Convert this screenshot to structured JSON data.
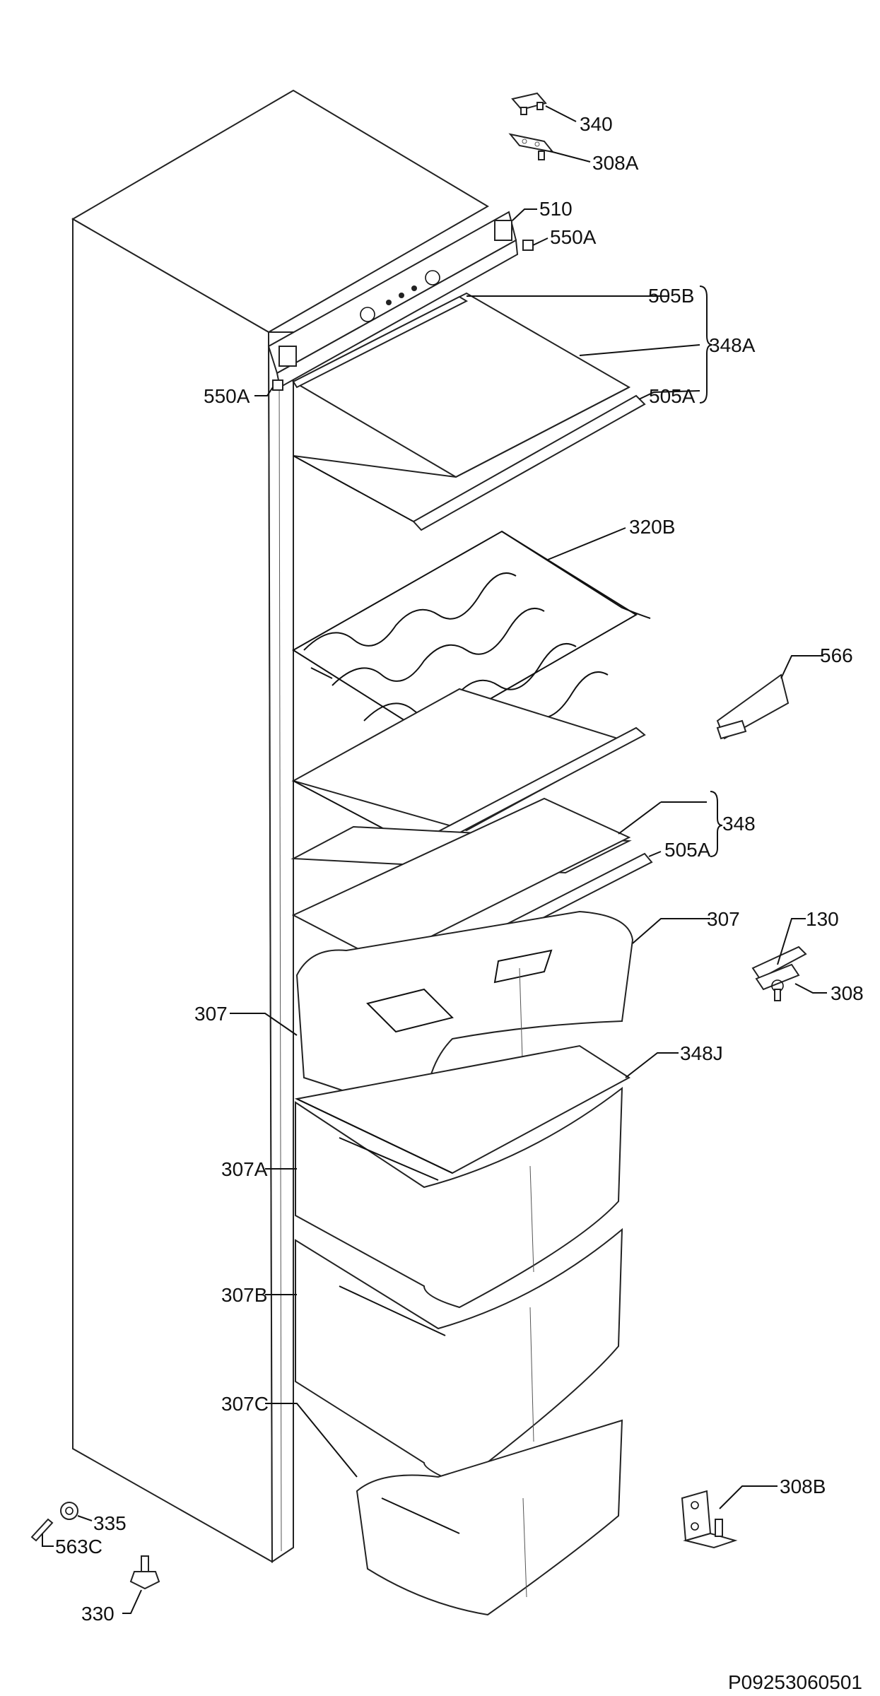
{
  "diagram": {
    "document_code": "P09253060501",
    "callouts": [
      {
        "id": "340",
        "label": "340"
      },
      {
        "id": "308a",
        "label": "308A"
      },
      {
        "id": "510",
        "label": "510"
      },
      {
        "id": "550a-right",
        "label": "550A"
      },
      {
        "id": "505b",
        "label": "505B"
      },
      {
        "id": "348a",
        "label": "348A"
      },
      {
        "id": "550a-left",
        "label": "550A"
      },
      {
        "id": "505a-top",
        "label": "505A"
      },
      {
        "id": "320b",
        "label": "320B"
      },
      {
        "id": "566",
        "label": "566"
      },
      {
        "id": "348",
        "label": "348"
      },
      {
        "id": "505a-mid",
        "label": "505A"
      },
      {
        "id": "307-right",
        "label": "307"
      },
      {
        "id": "130",
        "label": "130"
      },
      {
        "id": "308",
        "label": "308"
      },
      {
        "id": "307-left",
        "label": "307"
      },
      {
        "id": "348j",
        "label": "348J"
      },
      {
        "id": "307a",
        "label": "307A"
      },
      {
        "id": "307b",
        "label": "307B"
      },
      {
        "id": "307c",
        "label": "307C"
      },
      {
        "id": "308b",
        "label": "308B"
      },
      {
        "id": "335",
        "label": "335"
      },
      {
        "id": "563c",
        "label": "563C"
      },
      {
        "id": "330",
        "label": "330"
      }
    ]
  }
}
